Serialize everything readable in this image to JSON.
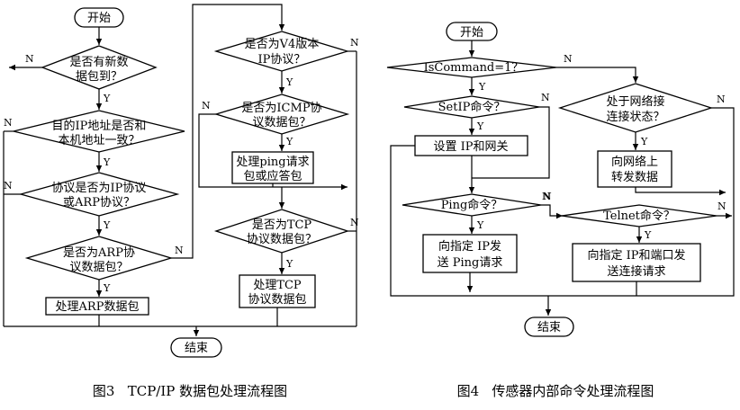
{
  "fig3": {
    "start": "开始",
    "end": "结束",
    "new_packet": [
      "是否有新数",
      "据包到？"
    ],
    "ip_match": [
      "目的IP地址是否和",
      "本机地址一致？"
    ],
    "ip_proto": [
      "协议是否为IP协议",
      "或ARP协议？"
    ],
    "arp_proto": [
      "是否为ARP协",
      "议数据包？"
    ],
    "handle_arp": "处理ARP数据包",
    "ipv4": [
      "是否为V4版本",
      "IP协议？"
    ],
    "icmp": [
      "是否为ICMP协",
      "议数据包？"
    ],
    "handle_ping": [
      "处理ping请求",
      "包或应答包"
    ],
    "tcp": [
      "是否为TCP",
      "协议数据包？"
    ],
    "handle_tcp": [
      "处理TCP",
      "协议数据包"
    ],
    "caption": "图3   TCP/IP 数据包处理流程图"
  },
  "fig4": {
    "start": "开始",
    "end": "结束",
    "is_command": "IsCommand=1？",
    "setip": "SetIP命令？",
    "set_ip_gw": "设置 IP和网关",
    "ping": "Ping命令？",
    "send_ping": [
      "向指定 IP发",
      "送 Ping请求"
    ],
    "net_state": [
      "处于网络接",
      "连接状态？"
    ],
    "forward": [
      "向网络上",
      "转发数据"
    ],
    "telnet": "Telnet命令？",
    "send_conn": [
      "向指定 IP和端口发",
      "送连接请求"
    ],
    "caption": "图4   传感器内部命令处理流程图"
  },
  "labels": {
    "yes": "Y",
    "no": "N"
  }
}
